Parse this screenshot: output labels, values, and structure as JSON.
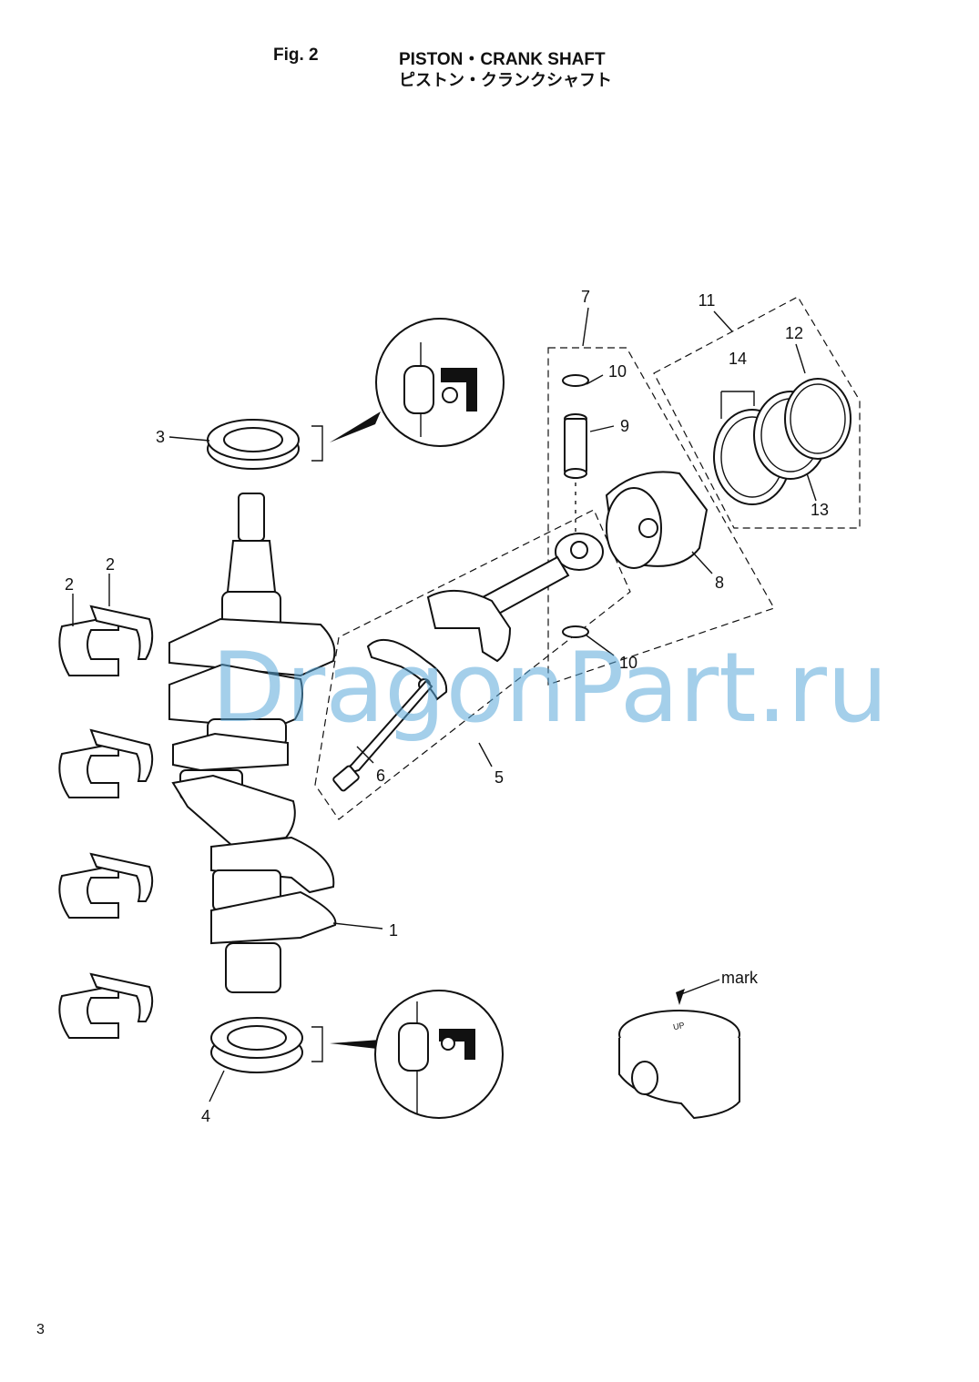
{
  "header": {
    "fig_label": "Fig. 2",
    "title_en": "PISTON・CRANK SHAFT",
    "title_jp": "ピストン・クランクシャフト"
  },
  "callouts": [
    "1",
    "2",
    "2",
    "3",
    "4",
    "5",
    "6",
    "7",
    "8",
    "9",
    "10",
    "10",
    "11",
    "12",
    "13",
    "14"
  ],
  "mark_label": "mark",
  "up_label": "UP",
  "watermark": "DragonPart.ru",
  "page_number": "3"
}
